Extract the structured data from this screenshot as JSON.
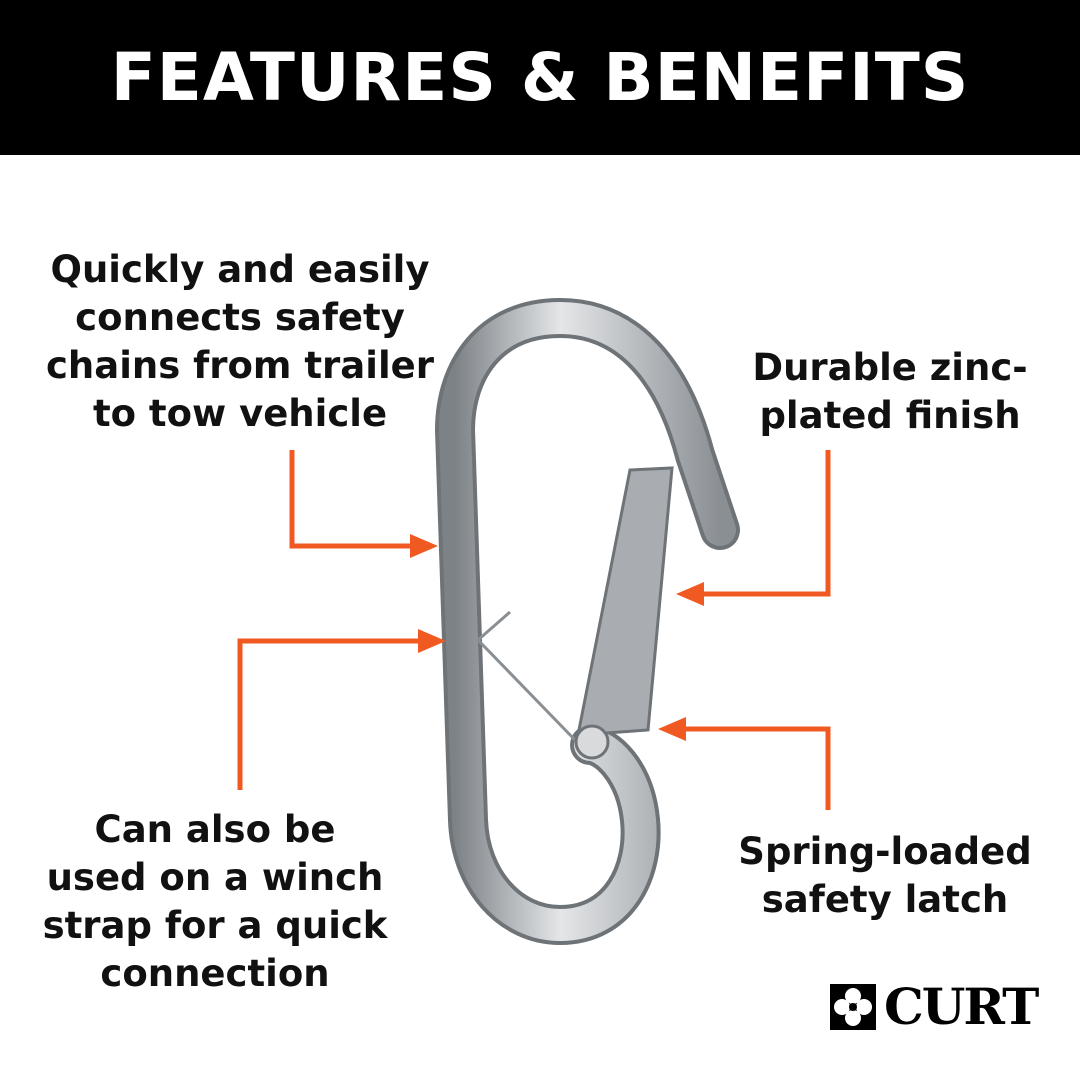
{
  "banner": {
    "title": "FEATURES & BENEFITS"
  },
  "callouts": {
    "top_left": [
      "Quickly and easily",
      "connects safety",
      "chains from trailer",
      "to tow vehicle"
    ],
    "top_right": [
      "Durable zinc-",
      "plated finish"
    ],
    "bottom_left": [
      "Can also be",
      "used on a winch",
      "strap for a quick",
      "connection"
    ],
    "bottom_right": [
      "Spring-loaded",
      "safety latch"
    ]
  },
  "brand": {
    "logo_text": "CURT"
  },
  "colors": {
    "banner": "#000000",
    "arrow": "#f05a22",
    "metal": "#b8bcc0"
  }
}
